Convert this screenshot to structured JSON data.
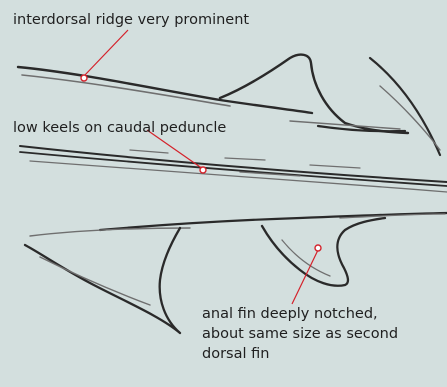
{
  "annotations": {
    "interdorsal_ridge": "interdorsal ridge very prominent",
    "caudal_keels": "low keels on caudal peduncle",
    "anal_fin_line1": "anal fin deeply notched,",
    "anal_fin_line2": "about same size as second",
    "anal_fin_line3": "dorsal fin"
  },
  "colors": {
    "background": "#d3dfde",
    "sketch_ink": "#2a2a2a",
    "leader_line": "#d4222b",
    "label_text": "#1f1f1f"
  }
}
